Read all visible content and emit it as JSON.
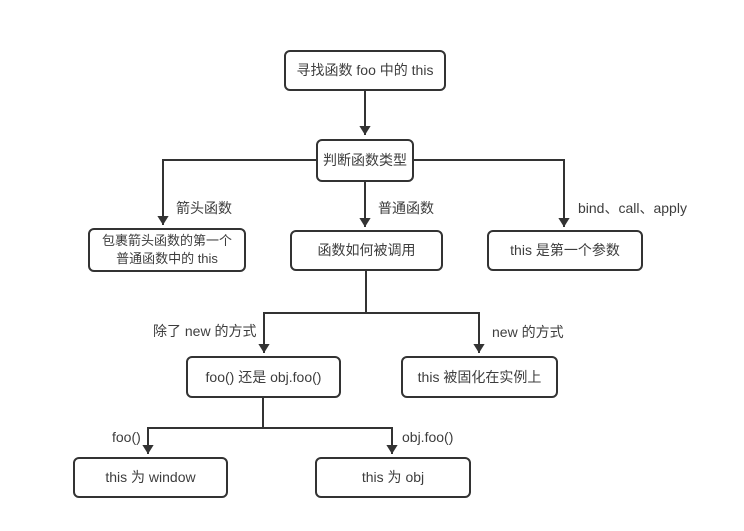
{
  "diagram": {
    "type": "flowchart",
    "colors": {
      "line": "#333333",
      "box_border": "#333333",
      "box_fill": "#ffffff",
      "text": "#3d3d3d",
      "background": "#ffffff"
    },
    "nodes": {
      "find_this": {
        "label": "寻找函数 foo 中的 this"
      },
      "judge_type": {
        "label": "判断函数类型"
      },
      "arrow_result": {
        "line1": "包裹箭头函数的第一个",
        "line2": "普通函数中的 this"
      },
      "how_called": {
        "label": "函数如何被调用"
      },
      "first_param": {
        "label": "this 是第一个参数"
      },
      "foo_or_objfoo": {
        "label": "foo() 还是 obj.foo()"
      },
      "fixed_instance": {
        "label": "this 被固化在实例上"
      },
      "this_window": {
        "label": "this 为 window"
      },
      "this_obj": {
        "label": "this 为 obj"
      }
    },
    "edge_labels": {
      "arrow_fn": "箭头函数",
      "normal_fn": "普通函数",
      "bind_call_apply": "bind、call、apply",
      "not_new": "除了 new 的方式",
      "new_way": "new 的方式",
      "foo_call": "foo()",
      "obj_foo_call": "obj.foo()"
    }
  }
}
